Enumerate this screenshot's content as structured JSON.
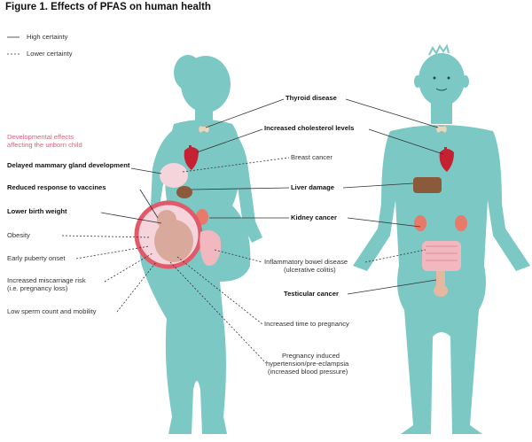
{
  "title": "Figure 1. Effects of PFAS on human health",
  "legend": {
    "high": "High certainty",
    "low": "Lower certainty"
  },
  "colors": {
    "body": "#7cc8c5",
    "heart": "#c42232",
    "liver": "#8a5a3a",
    "kidney": "#e87a6a",
    "intestine": "#f2b8bf",
    "fetus": "#d9a99c",
    "uterus": "#e05a6a",
    "breast": "#f5d4dc",
    "accent_pink": "#e0607a"
  },
  "developmental": {
    "heading_line1": "Developmental effects",
    "heading_line2": "affecting the unborn child"
  },
  "left_labels": {
    "mammary": "Delayed mammary gland development",
    "vaccines": "Reduced response to vaccines",
    "birth_weight": "Lower birth weight",
    "obesity": "Obesity",
    "puberty": "Early puberty onset",
    "miscarriage_1": "Increased miscarriage risk",
    "miscarriage_2": "(i.e. pregnancy loss)",
    "sperm": "Low sperm count and mobility"
  },
  "center_labels": {
    "thyroid": "Thyroid disease",
    "cholesterol": "Increased cholesterol levels",
    "breast": "Breast cancer",
    "liver": "Liver damage",
    "kidney": "Kidney cancer",
    "ibd_1": "Inflammatory bowel disease",
    "ibd_2": "(ulcerative colitis)",
    "testicular": "Testicular cancer",
    "time_pregnancy": "Increased time to pregnancy",
    "preg_1": "Pregnancy induced",
    "preg_2": "hypertension/pre-eclampsia",
    "preg_3": "(increased blood pressure)"
  }
}
